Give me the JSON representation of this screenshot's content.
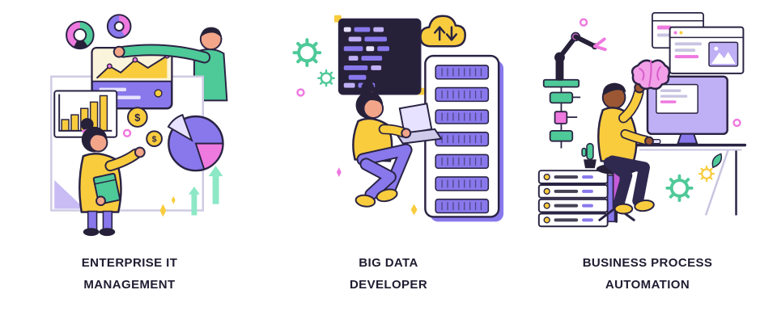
{
  "page": {
    "background": "#ffffff"
  },
  "palette": {
    "outline": "#2A2343",
    "dark": "#262138",
    "yellow": "#F9CC3E",
    "purple": "#8878EC",
    "light_purple": "#BFAFF5",
    "magenta": "#EE79DF",
    "pink": "#F2A0E8",
    "mint_green": "#4EC998",
    "skin_light": "#F2A588",
    "skin_dark": "#9B5733",
    "caption_text": "#201C31"
  },
  "panels": [
    {
      "id": "enterprise-it-management",
      "caption_line1": "ENTERPRISE IT",
      "caption_line2": "MANAGEMENT",
      "icons": [
        "donut-chart-icon",
        "bar-chart-icon",
        "line-chart-card",
        "pie-chart-icon",
        "dollar-coin-icon",
        "growth-arrow-icon",
        "presenter-man",
        "pointing-woman",
        "presentation-board",
        "sparkle-icon"
      ]
    },
    {
      "id": "big-data-developer",
      "caption_line1": "BIG DATA",
      "caption_line2": "DEVELOPER",
      "icons": [
        "gear-icon",
        "code-window",
        "cloud-transfer-icon",
        "server-rack",
        "developer-woman",
        "sparkle-icon"
      ]
    },
    {
      "id": "business-process-automation",
      "caption_line1": "BUSINESS PROCESS",
      "caption_line2": "AUTOMATION",
      "icons": [
        "robotic-arm-icon",
        "flowchart-icon",
        "plant-icon",
        "server-stack",
        "browser-window",
        "monitor",
        "brain-icon",
        "seated-person",
        "desk",
        "gear-icon",
        "leaf-icon"
      ]
    }
  ],
  "decor": {
    "dollar": "$"
  }
}
